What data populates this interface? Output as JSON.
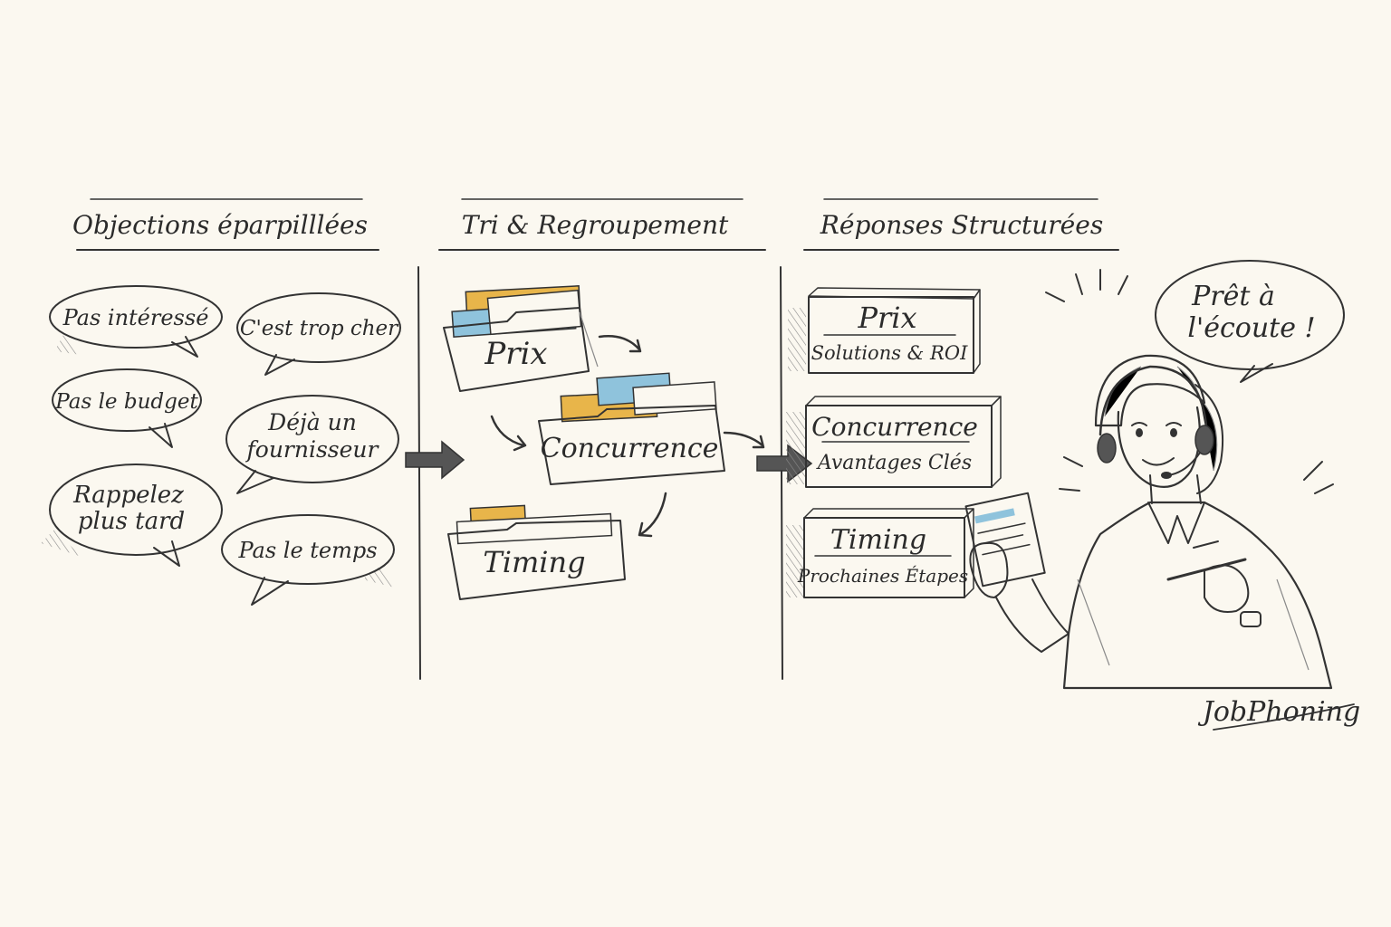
{
  "columns": [
    {
      "title": "Objections éparpilllées"
    },
    {
      "title": "Tri & Regroupement"
    },
    {
      "title": "Réponses Structurées"
    }
  ],
  "objections": [
    {
      "lines": [
        "Pas intéressé"
      ]
    },
    {
      "lines": [
        "C'est trop cher"
      ]
    },
    {
      "lines": [
        "Pas le budget"
      ]
    },
    {
      "lines": [
        "Déjà un",
        "fournisseur"
      ]
    },
    {
      "lines": [
        "Rappelez",
        "plus tard"
      ]
    },
    {
      "lines": [
        "Pas le temps"
      ]
    }
  ],
  "folders": [
    {
      "label": "Prix",
      "tab_color": "#e8b54a",
      "tab_color2": "#8fc3dc"
    },
    {
      "label": "Concurrence",
      "tab_color": "#8fc3dc",
      "tab_color2": "#e8b54a"
    },
    {
      "label": "Timing",
      "tab_color": "#e8b54a",
      "tab_color2": "#8fc3dc"
    }
  ],
  "responses": [
    {
      "title": "Prix",
      "subtitle": "Solutions & ROI"
    },
    {
      "title": "Concurrence",
      "subtitle": "Avantages Clés"
    },
    {
      "title": "Timing",
      "subtitle": "Prochaines Étapes"
    }
  ],
  "agent": {
    "speech_lines": [
      "Prêt à",
      "l'écoute !"
    ]
  },
  "signature": "JobPhoning",
  "colors": {
    "ink": "#333333",
    "paper": "#fbf8f0",
    "accent_blue": "#8fc3dc",
    "accent_yellow": "#e8b54a"
  }
}
